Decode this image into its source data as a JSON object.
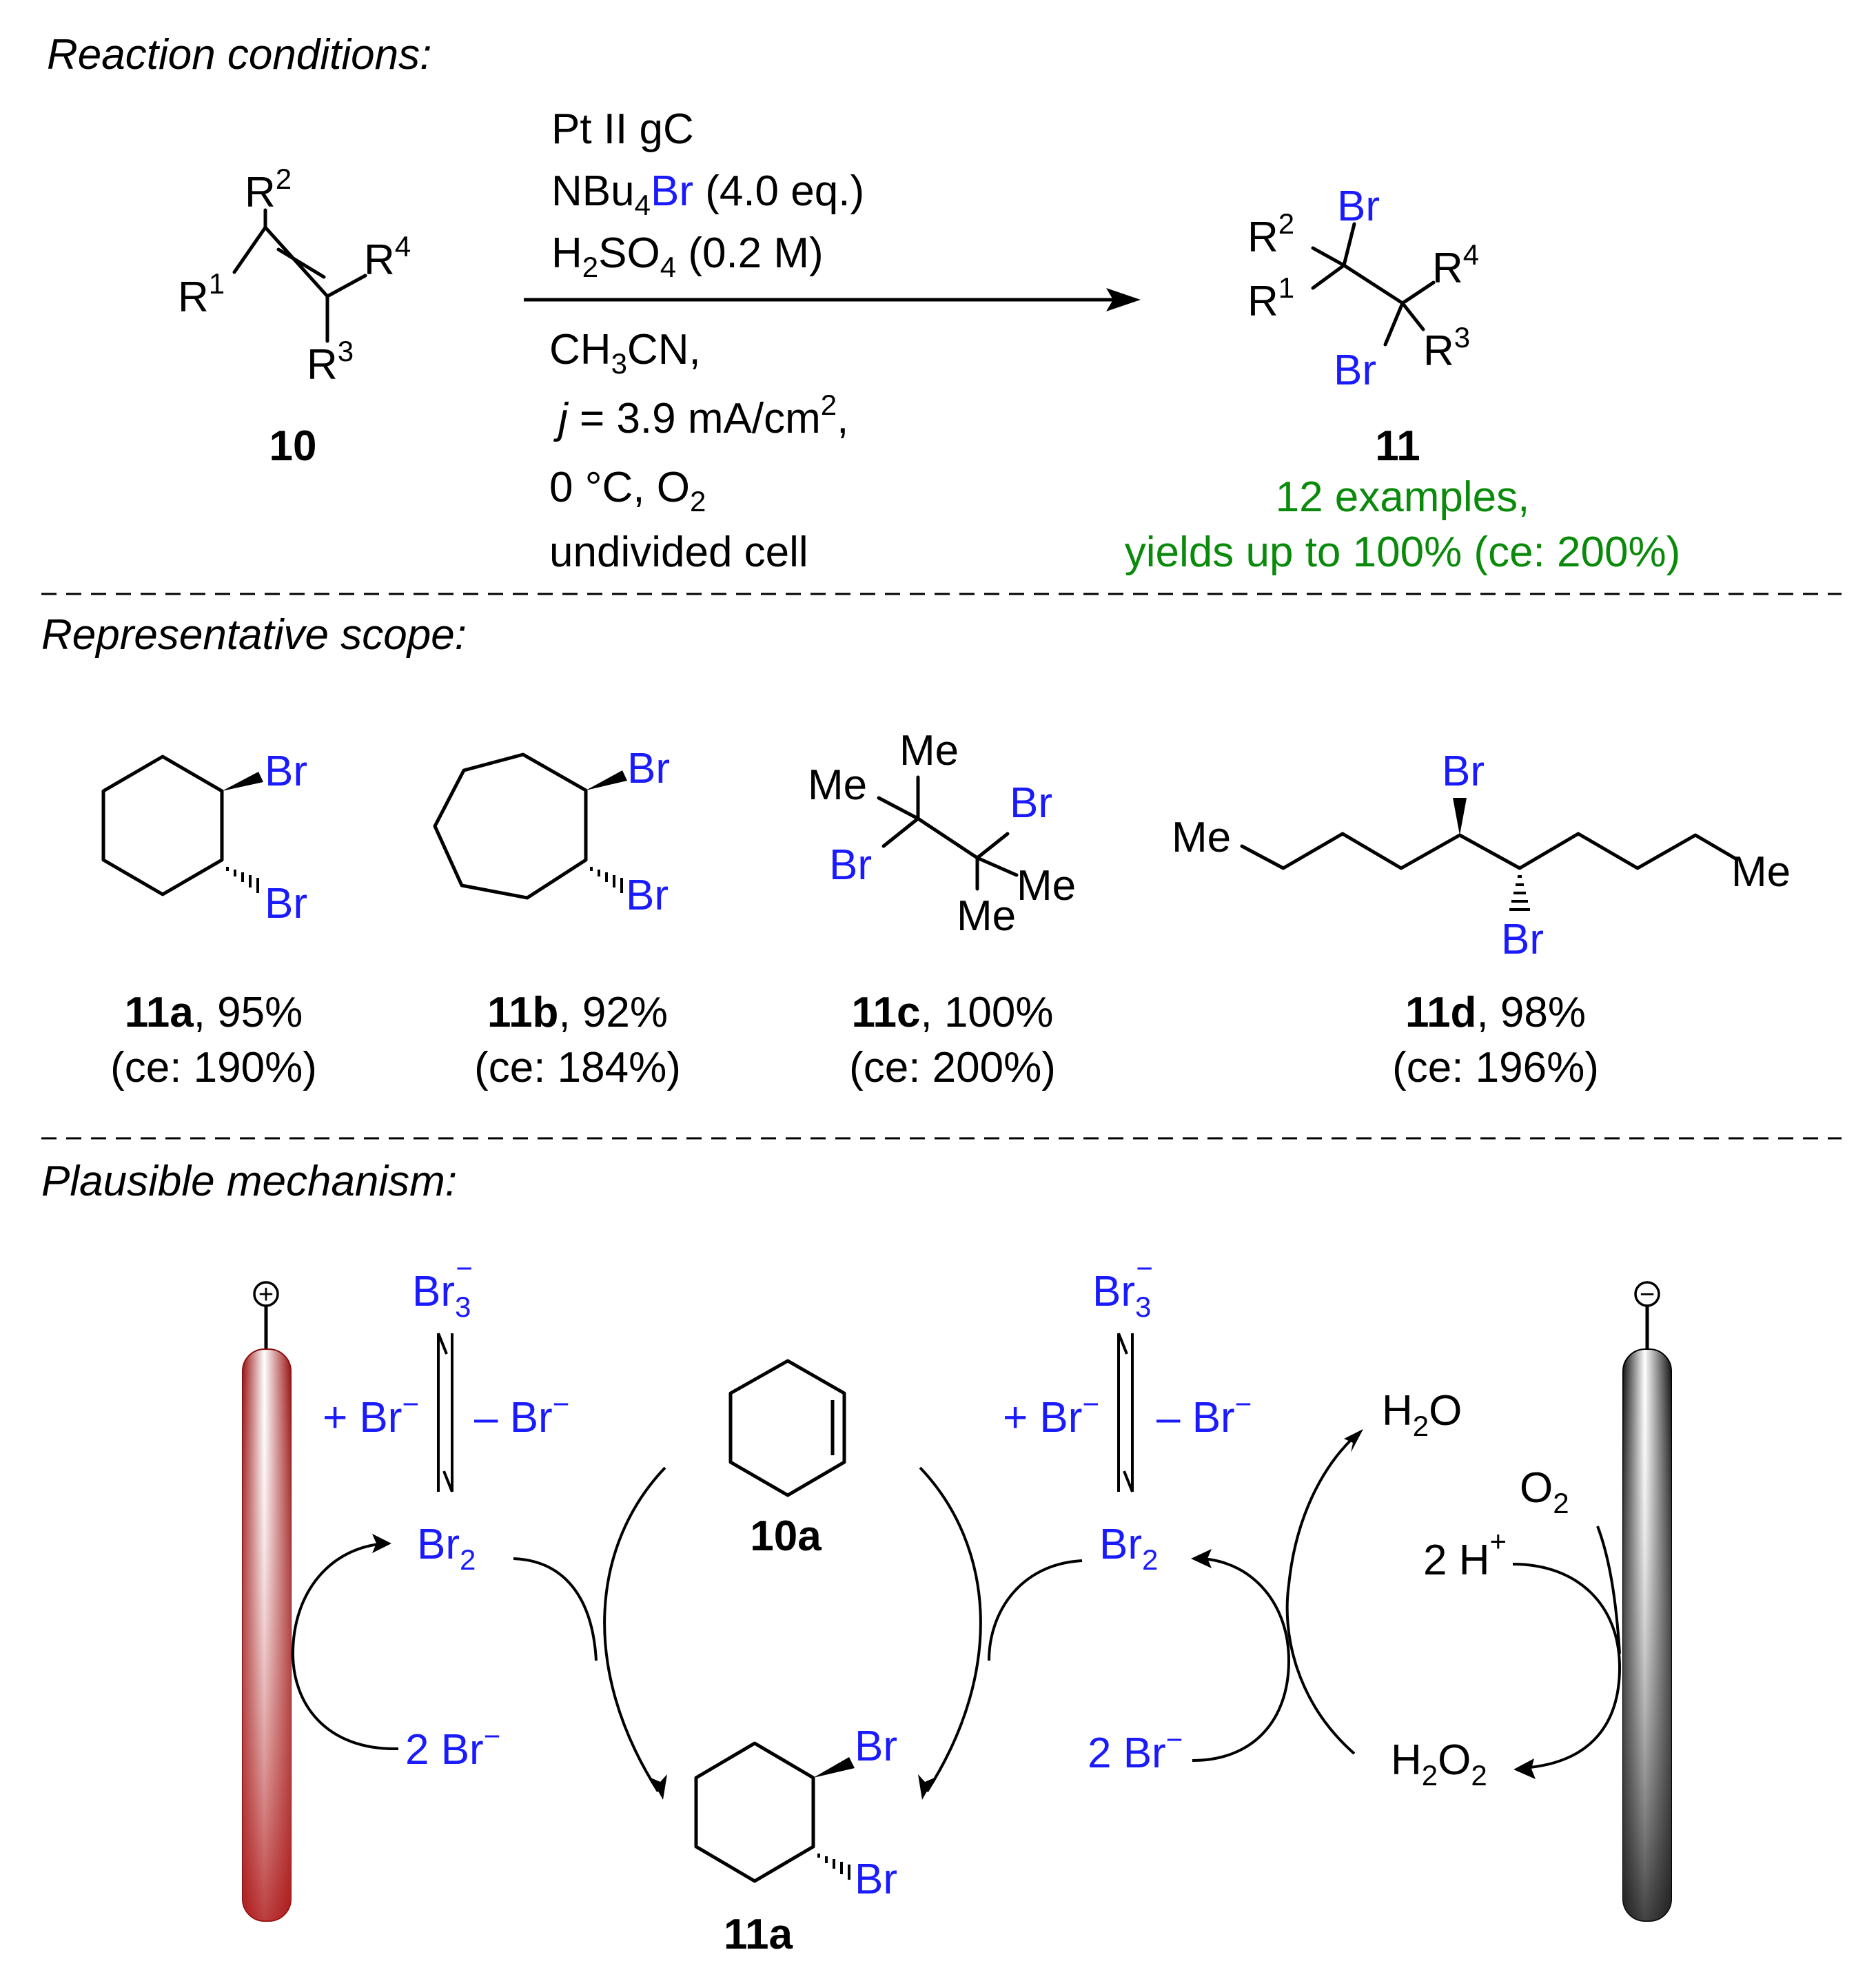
{
  "colors": {
    "text": "#000000",
    "bromine": "#1a1aff",
    "highlight": "#0a8a0a",
    "anode": "#b01c1c",
    "cathode": "#111111"
  },
  "sections": {
    "conditions_heading": "Reaction conditions:",
    "scope_heading": "Representative scope:",
    "mechanism_heading": "Plausible mechanism:"
  },
  "reaction": {
    "reactant_id": "10",
    "product_id": "11",
    "R": "R",
    "sup1": "1",
    "sup2": "2",
    "sup3": "3",
    "sup4": "4",
    "Br": "Br",
    "conditions_above": {
      "line1": "Pt II gC",
      "line2_a": "NBu",
      "line2_sub": "4",
      "line2_br": "Br",
      "line2_b": " (4.0 eq.)",
      "line3_a": "H",
      "line3_sub1": "2",
      "line3_b": "SO",
      "line3_sub2": "4",
      "line3_c": " (0.2 M)"
    },
    "conditions_below": {
      "line1_a": "CH",
      "line1_sub": "3",
      "line1_b": "CN,",
      "line2_j": "j",
      "line2_a": " = 3.9 mA/cm",
      "line2_sup": "2",
      "line2_b": ",",
      "line3_a": "0 °C, O",
      "line3_sub": "2",
      "line4": "undivided cell"
    },
    "summary_line1": "12 examples,",
    "summary_line2": "yields up to 100% (ce: 200%)"
  },
  "scope": [
    {
      "id": "11a",
      "yield": ", 95%",
      "ce": "(ce: 190%)"
    },
    {
      "id": "11b",
      "yield": ", 92%",
      "ce": "(ce: 184%)"
    },
    {
      "id": "11c",
      "yield": ", 100%",
      "ce": "(ce: 200%)"
    },
    {
      "id": "11d",
      "yield": ", 98%",
      "ce": "(ce: 196%)"
    }
  ],
  "labels": {
    "Br": "Br",
    "Me": "Me"
  },
  "mechanism": {
    "anode_sign": "+",
    "cathode_sign": "−",
    "Br": "Br",
    "sub3": "3",
    "sub2": "2",
    "minus": "−",
    "plus": "+",
    "plus_br": "+ Br",
    "minus_br": "– Br",
    "two_br": "2 Br",
    "substrate_id": "10a",
    "product_id": "11a",
    "H": "H",
    "O": "O",
    "water_H": "H",
    "water_O": "O",
    "h2o2_O": "O",
    "two_H": "2 H",
    "O2": "O"
  }
}
